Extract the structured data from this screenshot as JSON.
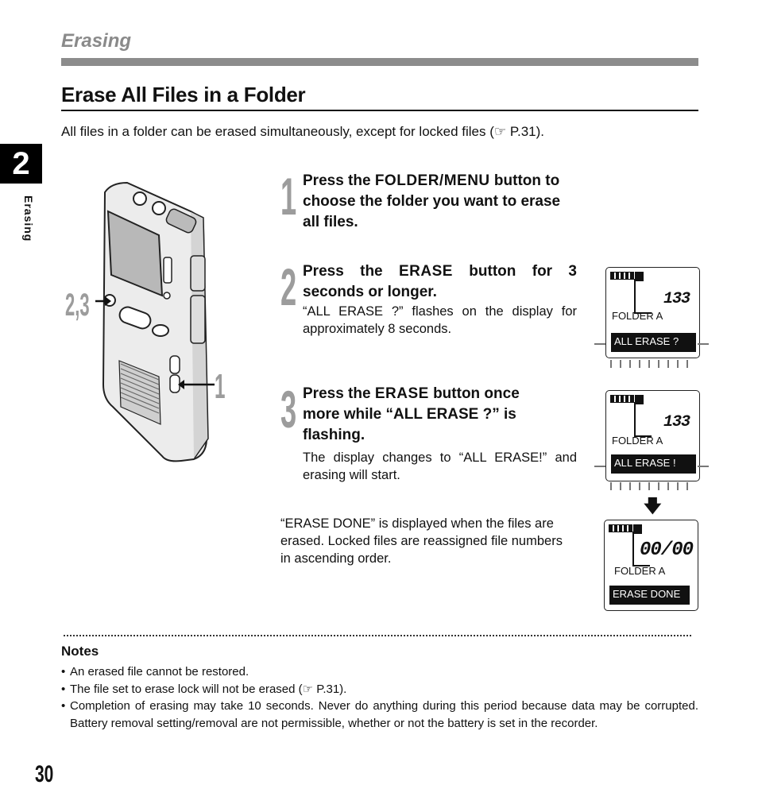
{
  "header": {
    "section_label": "Erasing",
    "title": "Erase All Files in a Folder",
    "intro": "All files in a folder can be erased simultaneously, except for locked files (☞ P.31)."
  },
  "side_tab": {
    "chapter": "2",
    "label": "Erasing"
  },
  "illustration": {
    "callout_a": "2,3",
    "callout_b": "1"
  },
  "steps": [
    {
      "number": "1",
      "head_pre": "Press the ",
      "button": "FOLDER/MENU",
      "head_post": " button to choose the folder you want to erase all files.",
      "body": ""
    },
    {
      "number": "2",
      "head_pre": "Press the ",
      "button": "ERASE",
      "head_post": " button for 3 seconds or longer.",
      "body": "“ALL ERASE ?” flashes on the display for approximately 8 seconds."
    },
    {
      "number": "3",
      "head_pre": "Press the ",
      "button": "ERASE",
      "head_post": " button once more while “ALL ERASE ?” is flashing.",
      "body": "The display changes to “ALL ERASE!” and erasing will start."
    }
  ],
  "after_note": "“ERASE DONE” is displayed when the files are erased. Locked files are reassigned file numbers in ascending order.",
  "displays": [
    {
      "counter": "133",
      "folder": "FOLDER   A",
      "bar": "ALL ERASE ?"
    },
    {
      "counter": "133",
      "folder": "FOLDER   A",
      "bar": "ALL  ERASE !"
    },
    {
      "counter": "00/00",
      "folder": "FOLDER   A",
      "bar": "ERASE  DONE"
    }
  ],
  "notes": {
    "title": "Notes",
    "items": [
      "An erased file cannot be restored.",
      "The file set to erase lock will not be erased (☞ P.31).",
      "Completion of erasing may take 10 seconds. Never do anything during this period because data may be corrupted. Battery removal setting/removal are not permissible, whether or not the battery is set in the recorder."
    ]
  },
  "page_number": "30"
}
